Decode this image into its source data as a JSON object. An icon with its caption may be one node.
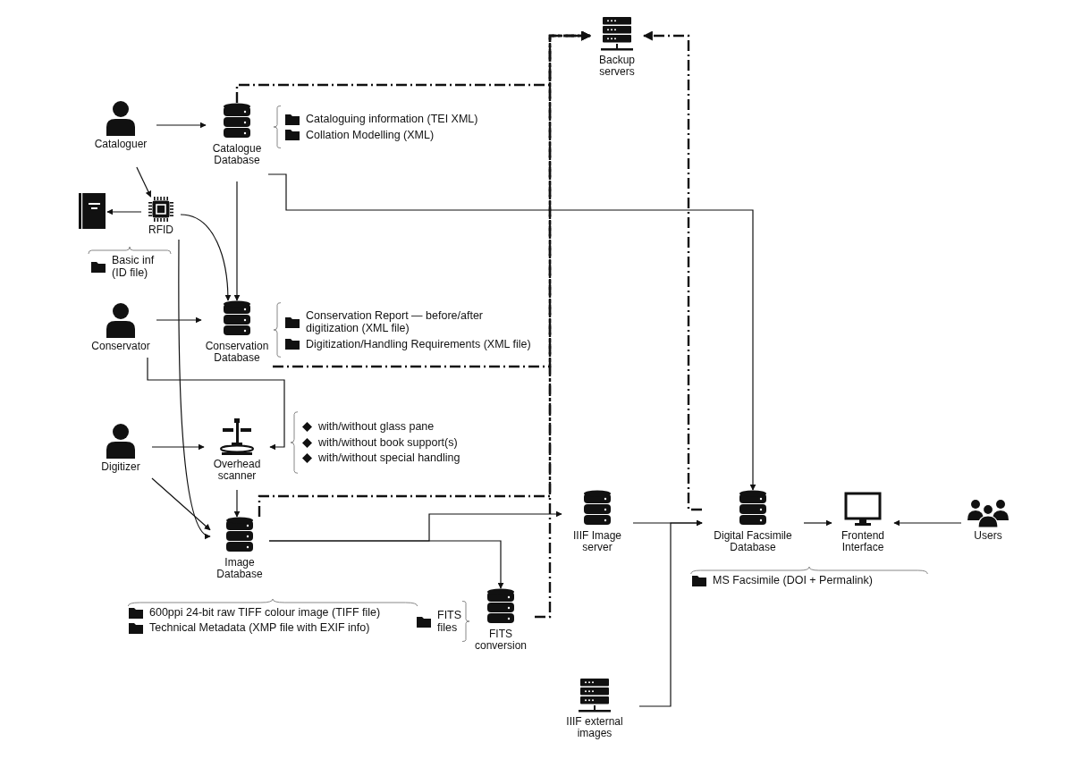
{
  "diagram": {
    "nodes": [
      {
        "text": [
          "Cataloguer"
        ]
      },
      {
        "text": [
          "Catalogue Database"
        ],
        "beside": [
          "Cataloguing information (TEI XML)",
          "Collation Modelling (XML)"
        ]
      },
      {
        "text": [],
        "shape": "book"
      },
      {
        "text": [
          "RFID"
        ],
        "beside": [
          "Basic inf (ID file)"
        ]
      },
      {
        "text": [
          "Conservator"
        ]
      },
      {
        "text": [
          "Conservation Database"
        ],
        "beside": [
          "Conservation Report — before/after digitization (XML file)",
          "Digitization/Handling Requirements (XML file)"
        ]
      },
      {
        "text": [
          "Digitizer"
        ]
      },
      {
        "text": [
          "Overhead scanner"
        ],
        "beside": [
          "with/without glass pane",
          "with/without book support(s)",
          "with/without special handling"
        ]
      },
      {
        "text": [
          "Image Database"
        ],
        "beside": [
          "600ppi 24-bit raw TIFF colour image (TIFF file)",
          "Technical Metadata (XMP file with EXIF info)"
        ]
      },
      {
        "text": [
          "Backup servers"
        ]
      },
      {
        "text": [
          "IIIF Image server"
        ]
      },
      {
        "text": [
          "FITS conversion"
        ],
        "beside": [
          "FITS files"
        ]
      },
      {
        "text": [
          "Digital Facsimile Database"
        ],
        "beside": [
          "MS Facsimile (DOI + Permalink)"
        ]
      },
      {
        "text": [
          "Frontend Interface"
        ]
      },
      {
        "text": [
          "Users"
        ]
      },
      {
        "text": [
          "IIIF external images"
        ]
      }
    ],
    "edges": [
      {
        "from": 0,
        "to": 1,
        "arrow": "to"
      },
      {
        "from": 0,
        "to": 3,
        "arrow": "to"
      },
      {
        "from": 3,
        "to": 2,
        "arrow": "to"
      },
      {
        "from": 3,
        "to": 5,
        "arrow": "to"
      },
      {
        "from": 3,
        "to": 8,
        "arrow": "to"
      },
      {
        "from": 1,
        "to": 5,
        "arrow": "to"
      },
      {
        "from": 4,
        "to": 5,
        "arrow": "to"
      },
      {
        "from": 4,
        "to": 7,
        "arrow": "to"
      },
      {
        "from": 6,
        "to": 7,
        "arrow": "to"
      },
      {
        "from": 6,
        "to": 8,
        "arrow": "to"
      },
      {
        "from": 7,
        "to": 8,
        "arrow": "to"
      },
      {
        "from": 8,
        "to": 10,
        "arrow": "to"
      },
      {
        "from": 8,
        "to": 11,
        "arrow": "to"
      },
      {
        "from": 1,
        "to": 12,
        "arrow": "to"
      },
      {
        "from": 10,
        "to": 12,
        "arrow": "to"
      },
      {
        "from": 15,
        "to": 12,
        "arrow": "to"
      },
      {
        "from": 12,
        "to": 13,
        "arrow": "to"
      },
      {
        "from": 14,
        "to": 13,
        "arrow": "to"
      },
      {
        "from": 1,
        "to": 9,
        "arrow": "to",
        "style": "dashed"
      },
      {
        "from": 5,
        "to": 9,
        "arrow": "to",
        "style": "dashed"
      },
      {
        "from": 8,
        "to": 9,
        "arrow": "to",
        "style": "dashed"
      },
      {
        "from": 11,
        "to": 9,
        "arrow": "to",
        "style": "dashed"
      },
      {
        "from": 12,
        "to": 9,
        "arrow": "to",
        "style": "dashed"
      }
    ]
  }
}
